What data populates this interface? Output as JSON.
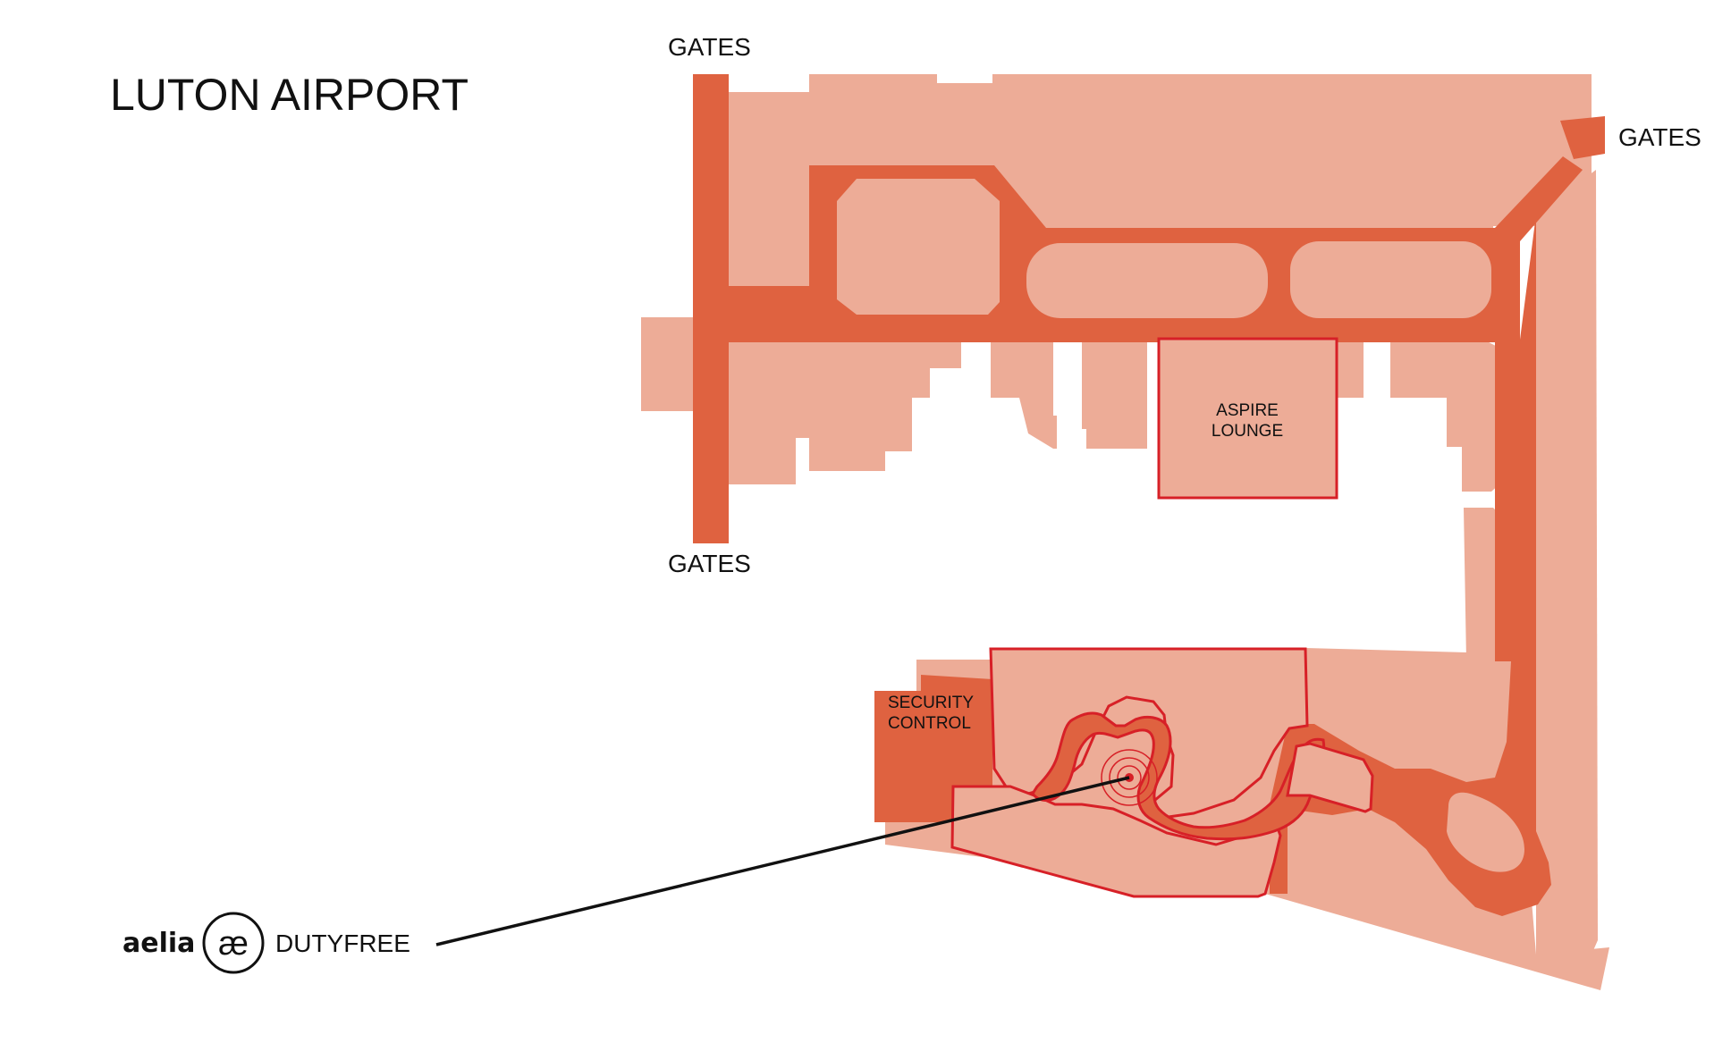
{
  "title": "LUTON AIRPORT",
  "labels": {
    "gates_top": "GATES",
    "gates_bottom": "GATES",
    "gates_right": "GATES",
    "lounge_line1": "ASPIRE",
    "lounge_line2": "LOUNGE",
    "security_line1": "SECURITY",
    "security_line2": "CONTROL"
  },
  "brand": {
    "name": "aelia",
    "logo_mark": "æ",
    "suffix": "DUTYFREE"
  },
  "colors": {
    "area": "#EDAC97",
    "corridor": "#DF6240",
    "highlight_outline": "#D72027",
    "text": "#111111"
  }
}
